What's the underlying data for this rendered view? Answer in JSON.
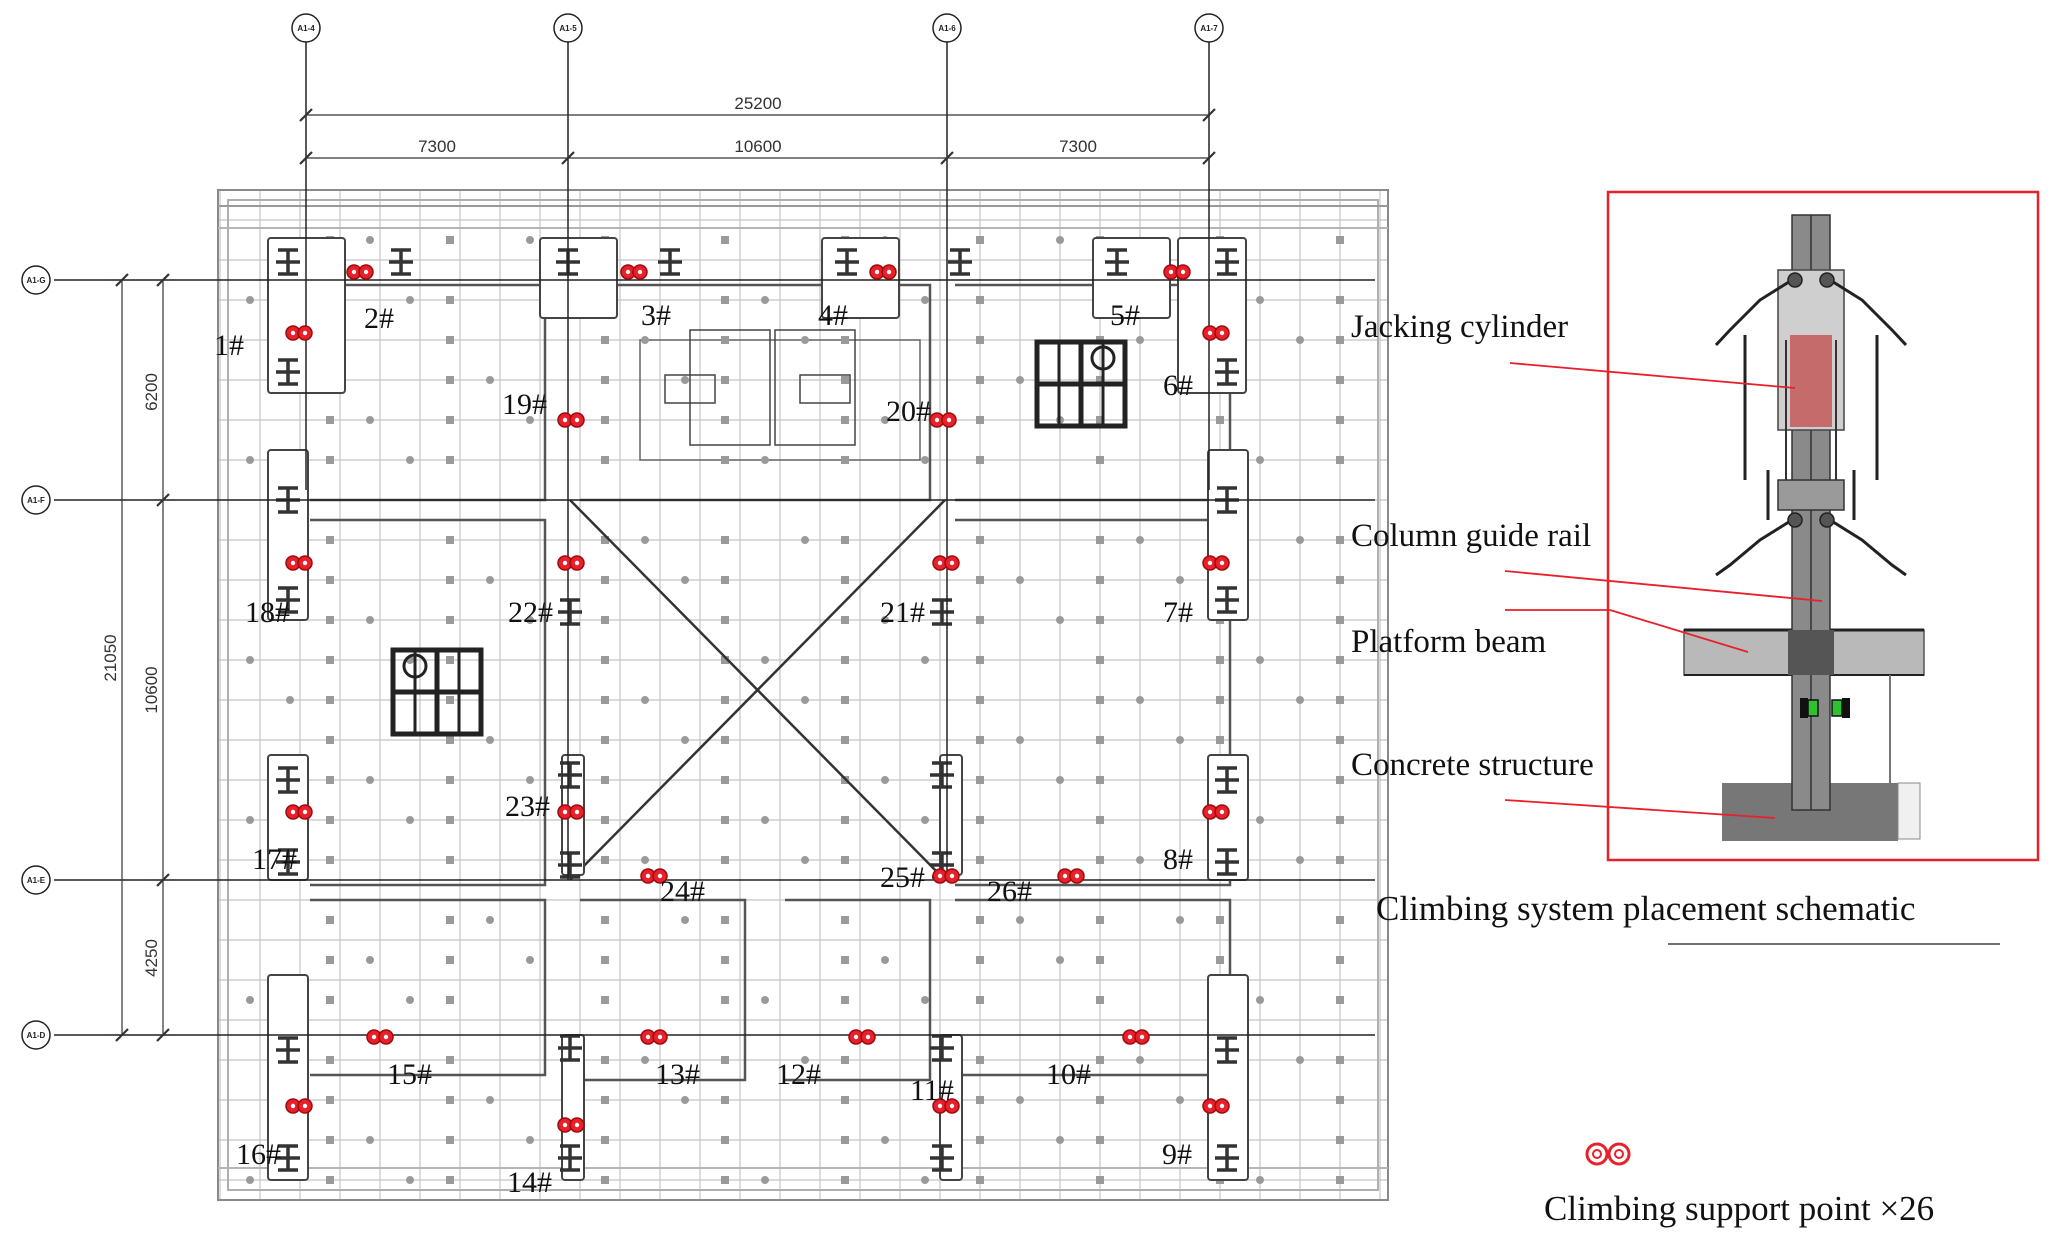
{
  "plan": {
    "axis_columns": [
      "A1-4",
      "A1-5",
      "A1-6",
      "A1-7"
    ],
    "axis_rows": [
      "A1-G",
      "A1-F",
      "A1-E",
      "A1-D"
    ],
    "dims_horizontal": {
      "total": "25200",
      "spans": [
        "7300",
        "10600",
        "7300"
      ]
    },
    "dims_vertical": {
      "total": "21050",
      "spans": [
        "6200",
        "10600",
        "4250"
      ]
    },
    "support_points": [
      "1#",
      "2#",
      "3#",
      "4#",
      "5#",
      "6#",
      "7#",
      "8#",
      "9#",
      "10#",
      "11#",
      "12#",
      "13#",
      "14#",
      "15#",
      "16#",
      "17#",
      "18#",
      "19#",
      "20#",
      "21#",
      "22#",
      "23#",
      "24#",
      "25#",
      "26#"
    ]
  },
  "schematic": {
    "callouts": [
      "Jacking cylinder",
      "Column guide rail",
      "Platform beam",
      "Concrete structure"
    ],
    "caption": "Climbing system placement schematic",
    "frame_color": "#e8202a"
  },
  "legend": {
    "symbol": "support-point-icon",
    "label": "Climbing support point ×26",
    "color": "#e8202a"
  }
}
